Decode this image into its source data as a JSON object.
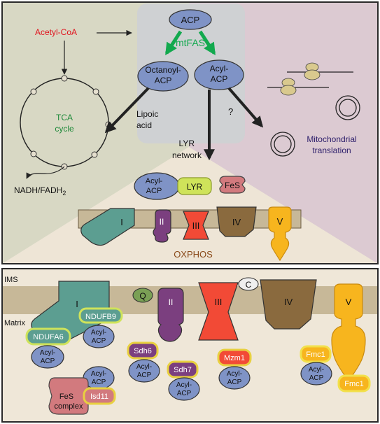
{
  "top_panel": {
    "acetyl_coa": "Acetyl-CoA",
    "acp": "ACP",
    "mtfas": "mtFAS",
    "octanoyl_acp": [
      "Octanoyl-",
      "ACP"
    ],
    "acyl_acp": [
      "Acyl-",
      "ACP"
    ],
    "tca": [
      "TCA",
      "cycle"
    ],
    "lipoic_acid": [
      "Lipoic",
      "acid"
    ],
    "nadh": "NADH/FADH",
    "nadh_sub": "2",
    "question": "?",
    "mito_translation": [
      "Mitochondrial",
      "translation"
    ],
    "lyr_network": [
      "LYR",
      "network"
    ],
    "complex_acyl_acp": [
      "Acyl-",
      "ACP"
    ],
    "lyr": "LYR",
    "fes": "FeS",
    "complexes": [
      "I",
      "II",
      "III",
      "IV",
      "V"
    ],
    "oxphos": "OXPHOS"
  },
  "bottom_panel": {
    "ims": "IMS",
    "matrix": "Matrix",
    "q": "Q",
    "c": "C",
    "complexes": [
      "I",
      "II",
      "III",
      "IV",
      "V"
    ],
    "ndufb9": "NDUFB9",
    "ndufa6": "NDUFA6",
    "sdh6": "Sdh6",
    "sdh7": "Sdh7",
    "mzm1": "Mzm1",
    "fmc1": "Fmc1",
    "fmc1_b": "Fmc1",
    "isd11": "Isd11",
    "fes_complex": [
      "FeS",
      "complex"
    ],
    "acyl_acp": [
      "Acyl-",
      "ACP"
    ]
  },
  "colors": {
    "acetyl_coa": "#e0141e",
    "mtfas": "#12a94e",
    "tca": "#1f8a3a",
    "mito_translation": "#2d1e6b",
    "oxphos": "#8a4a1a",
    "complex_I": "#5c9e91",
    "complex_II": "#7b3f7f",
    "complex_III": "#f24a36",
    "complex_IV": "#8a6a3e",
    "complex_V": "#f7b51e",
    "acp_blue": "#7f93c6",
    "lyr_green": "#cfe35a",
    "fes_pink": "#d27a7e",
    "membrane": "#c7b898"
  }
}
